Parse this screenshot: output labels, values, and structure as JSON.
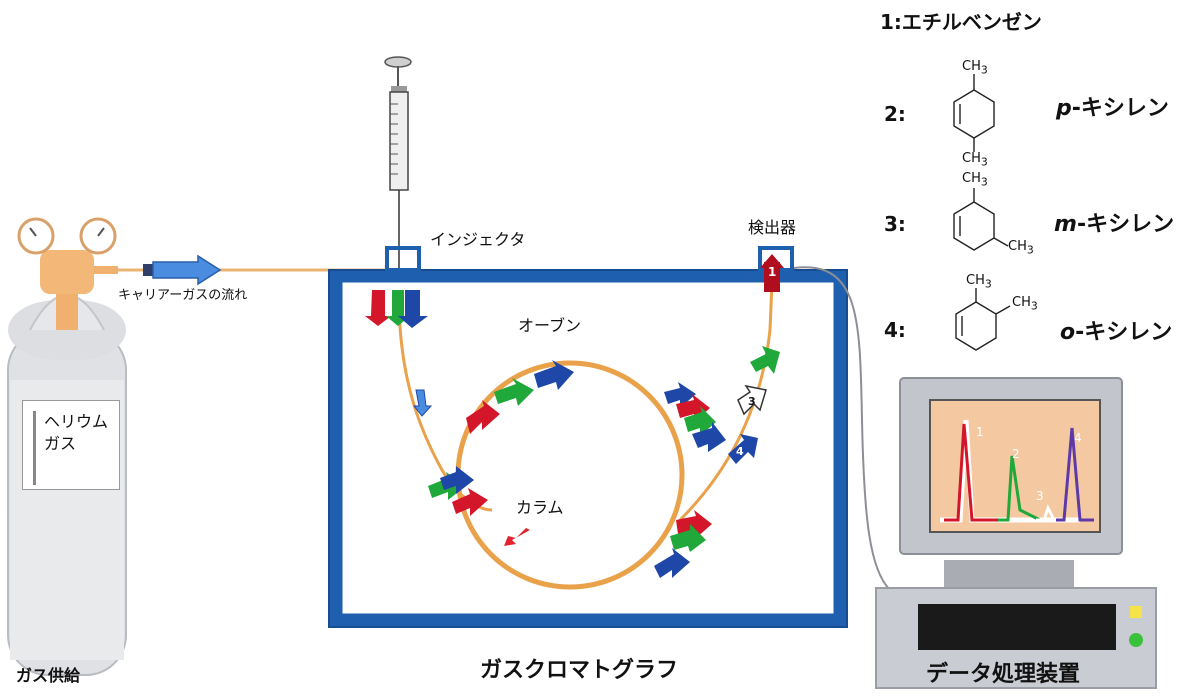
{
  "labels": {
    "injector": "インジェクタ",
    "detector": "検出器",
    "carrier_flow": "キャリアーガスの流れ",
    "oven": "オーブン",
    "column": "カラム",
    "helium": "ヘリウム",
    "helium_gas": "ガス",
    "gas_supply": "ガス供給",
    "gc": "ガスクロマトグラフ",
    "data_processor": "データ処理装置"
  },
  "compounds": [
    {
      "number": "1:",
      "name": "エチルベンゼン",
      "prefix": ""
    },
    {
      "number": "2:",
      "name": "-キシレン",
      "prefix": "p"
    },
    {
      "number": "3:",
      "name": "-キシレン",
      "prefix": "m"
    },
    {
      "number": "4:",
      "name": "-キシレン",
      "prefix": "o"
    }
  ],
  "compound_1_full": "1:エチルベンゼン",
  "structure_labels": {
    "ch3": "CH",
    "sub3": "3"
  },
  "peaks": [
    "1",
    "2",
    "3",
    "4"
  ],
  "markers": {
    "m1": "1",
    "m3": "3",
    "m4": "4"
  },
  "colors": {
    "oven_frame": "#1f5fb0",
    "column": "#eaa040",
    "red": "#d4162a",
    "green": "#21a83a",
    "blue": "#1f47a8",
    "screen_bg": "#f4c9a2",
    "monitor": "#b9bcc4"
  }
}
